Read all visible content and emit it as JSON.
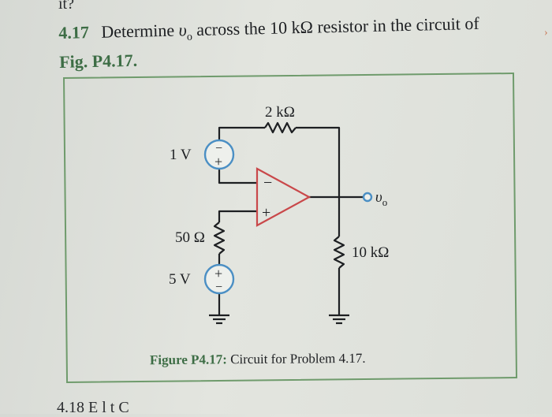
{
  "top_fragment": "it?",
  "problem": {
    "number": "4.17",
    "text_before": "Determine",
    "var_main": "υ",
    "var_sub": "o",
    "text_after": "across the 10 kΩ resistor in the circuit of",
    "fig_ref": "Fig. P4.17."
  },
  "circuit": {
    "r_feedback": "2 kΩ",
    "source_top": "1 V",
    "r_series": "50 Ω",
    "source_bottom": "5 V",
    "r_load": "10 kΩ",
    "output_main": "υ",
    "output_sub": "o",
    "opamp_minus": "−",
    "opamp_plus": "+",
    "source_top_minus": "−",
    "source_top_plus": "+",
    "source_bottom_plus": "+",
    "source_bottom_minus": "−"
  },
  "caption": {
    "label": "Figure P4.17:",
    "text": "Circuit for Problem 4.17."
  },
  "bottom_fragment": "4.18   E    l    t    C",
  "edge_mark": "›"
}
